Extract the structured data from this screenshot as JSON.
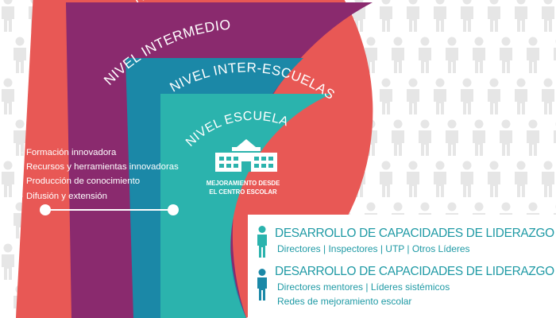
{
  "rings": [
    {
      "label": "NIVEL INTERMEDIO",
      "color": "#8a2a6e"
    },
    {
      "label": "NIVEL INTER-ESCUELAS",
      "color": "#1b88a7"
    },
    {
      "label": "NIVEL ESCUELA",
      "color": "#2bb3ad"
    }
  ],
  "outer_ring": {
    "color": "#e85855",
    "label_fragment": "N"
  },
  "center": {
    "label": "MEJORAMIENTO DESDE EL CENTRO ESCOLAR",
    "icon": "school-building-icon"
  },
  "bullets": [
    "Formación innovadora",
    "Recursos y herramientas innovadoras",
    "Producción de conocimiento",
    "Difusión y extensión"
  ],
  "capacities": [
    {
      "title": "DESARROLLO DE CAPACIDADES DE LIDERAZGO",
      "subtitle_lines": [
        "Directores | Inspectores | UTP | Otros Líderes"
      ],
      "icon": "person-icon",
      "icon_color": "#2bb3ad"
    },
    {
      "title": "DESARROLLO DE CAPACIDADES DE LIDERAZGO",
      "subtitle_lines": [
        "Directores mentores | Líderes sistémicos",
        "Redes de mejoramiento escolar"
      ],
      "icon": "person-icon",
      "icon_color": "#1b88a7"
    }
  ],
  "background": {
    "icon": "crowd-silhouette-icon",
    "color": "#e6e6e6"
  }
}
